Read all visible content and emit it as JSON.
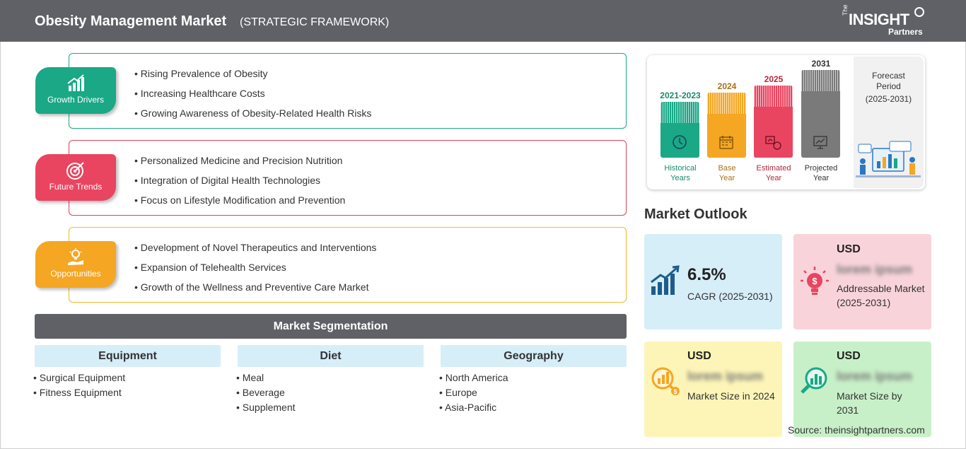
{
  "header": {
    "title": "Obesity Management Market",
    "subtitle": "(STRATEGIC FRAMEWORK)",
    "logo": {
      "the": "The",
      "name": "INSIGHT",
      "partners": "Partners"
    }
  },
  "sections": [
    {
      "label": "Growth Drivers",
      "color": "#1aa886",
      "border": "#1aa886",
      "items": [
        "Rising Prevalence of Obesity",
        "Increasing Healthcare Costs",
        "Growing Awareness of Obesity-Related Health Risks"
      ]
    },
    {
      "label": "Future Trends",
      "color": "#e94560",
      "border": "#d9435a",
      "items": [
        "Personalized Medicine and Precision Nutrition",
        "Integration of Digital Health Technologies",
        "Focus on Lifestyle Modification and Prevention"
      ]
    },
    {
      "label": "Opportunities",
      "color": "#f5a623",
      "border": "#f2b829",
      "items": [
        "Development of Novel Therapeutics and Interventions",
        "Expansion of Telehealth Services",
        "Growth of the Wellness and Preventive Care Market"
      ]
    }
  ],
  "segmentation": {
    "title": "Market Segmentation",
    "columns": [
      {
        "head": "Equipment",
        "items": [
          "Surgical Equipment",
          "Fitness Equipment"
        ]
      },
      {
        "head": "Diet",
        "items": [
          "Meal",
          "Beverage",
          "Supplement"
        ]
      },
      {
        "head": "Geography",
        "items": [
          "North America",
          "Europe",
          "Asia-Pacific"
        ]
      }
    ]
  },
  "timeline": {
    "bars": [
      {
        "year": "2021-2023",
        "label1": "Historical",
        "label2": "Years",
        "color": "#1aa886",
        "year_color": "#1a8a6e",
        "label_color": "#1a8a6e",
        "icon": "history-icon"
      },
      {
        "year": "2024",
        "label1": "Base",
        "label2": "Year",
        "color": "#f5a623",
        "year_color": "#a6721a",
        "label_color": "#a6721a",
        "icon": "calendar-icon"
      },
      {
        "year": "2025",
        "label1": "Estimated",
        "label2": "Year",
        "color": "#e94560",
        "year_color": "#b2283d",
        "label_color": "#b2283d",
        "icon": "estimate-icon"
      },
      {
        "year": "2031",
        "label1": "Projected",
        "label2": "Year",
        "color": "#7a7a7a",
        "year_color": "#333333",
        "label_color": "#333333",
        "icon": "projection-icon"
      }
    ],
    "forecast_title": "Forecast Period",
    "forecast_period": "(2025-2031)"
  },
  "outlook": {
    "title": "Market Outlook",
    "cards": [
      {
        "id": "cagr",
        "value": "6.5%",
        "desc": "CAGR (2025-2031)",
        "bg": "#d6eef8",
        "icon": "growth-chart-icon"
      },
      {
        "id": "addressable",
        "usd": "USD",
        "blurred": "lorem ipsum",
        "desc": "Addressable Market (2025-2031)",
        "bg": "#f8d4da",
        "icon": "lightbulb-dollar-icon"
      },
      {
        "id": "size2024",
        "usd": "USD",
        "blurred": "lorem ipsum",
        "desc": "Market Size in 2024",
        "bg": "#fdf5b8",
        "icon": "magnifier-chart-icon"
      },
      {
        "id": "size2031",
        "usd": "USD",
        "blurred": "lorem ipsum",
        "desc": "Market Size by 2031",
        "bg": "#c8f0c8",
        "icon": "magnifier-bars-icon"
      }
    ]
  },
  "source": "Source: theinsightpartners.com"
}
